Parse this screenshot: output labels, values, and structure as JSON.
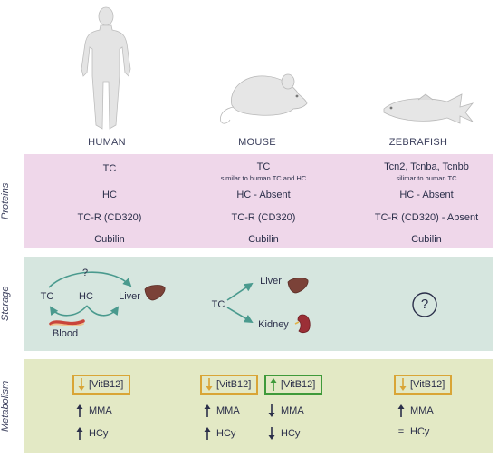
{
  "species": [
    {
      "name": "HUMAN"
    },
    {
      "name": "MOUSE"
    },
    {
      "name": "ZEBRAFISH"
    }
  ],
  "sections": {
    "proteins": "Proteins",
    "storage": "Storage",
    "metabolism": "Metabolism"
  },
  "proteins": {
    "human": [
      "TC",
      "HC",
      "TC-R (CD320)",
      "Cubilin"
    ],
    "mouse": {
      "tc": "TC",
      "tc_note": "similar to human TC and HC",
      "hc": "HC - Absent",
      "tcr": "TC-R (CD320)",
      "cubilin": "Cubilin"
    },
    "zebrafish": {
      "tc": "Tcn2, Tcnba, Tcnbb",
      "tc_note": "silimar to human TC",
      "hc": "HC - Absent",
      "tcr": "TC-R (CD320) - Absent",
      "cubilin": "Cubilin"
    }
  },
  "storage": {
    "human": {
      "question": "?",
      "tc": "TC",
      "hc": "HC",
      "liver": "Liver",
      "blood": "Blood"
    },
    "mouse": {
      "tc": "TC",
      "liver": "Liver",
      "kidney": "Kidney"
    },
    "zebrafish": {
      "unknown": "?"
    }
  },
  "metabolism": {
    "vitb12": "[VitB12]",
    "mma": "MMA",
    "hcy": "HCy",
    "equals": "="
  },
  "colors": {
    "proteins_bg": "#efd7ea",
    "storage_bg": "#d6e6df",
    "metabolism_bg": "#e3e9c5",
    "box_orange": "#d9a536",
    "box_green": "#3f9a3a",
    "arrow_teal": "#4a9a8e"
  }
}
